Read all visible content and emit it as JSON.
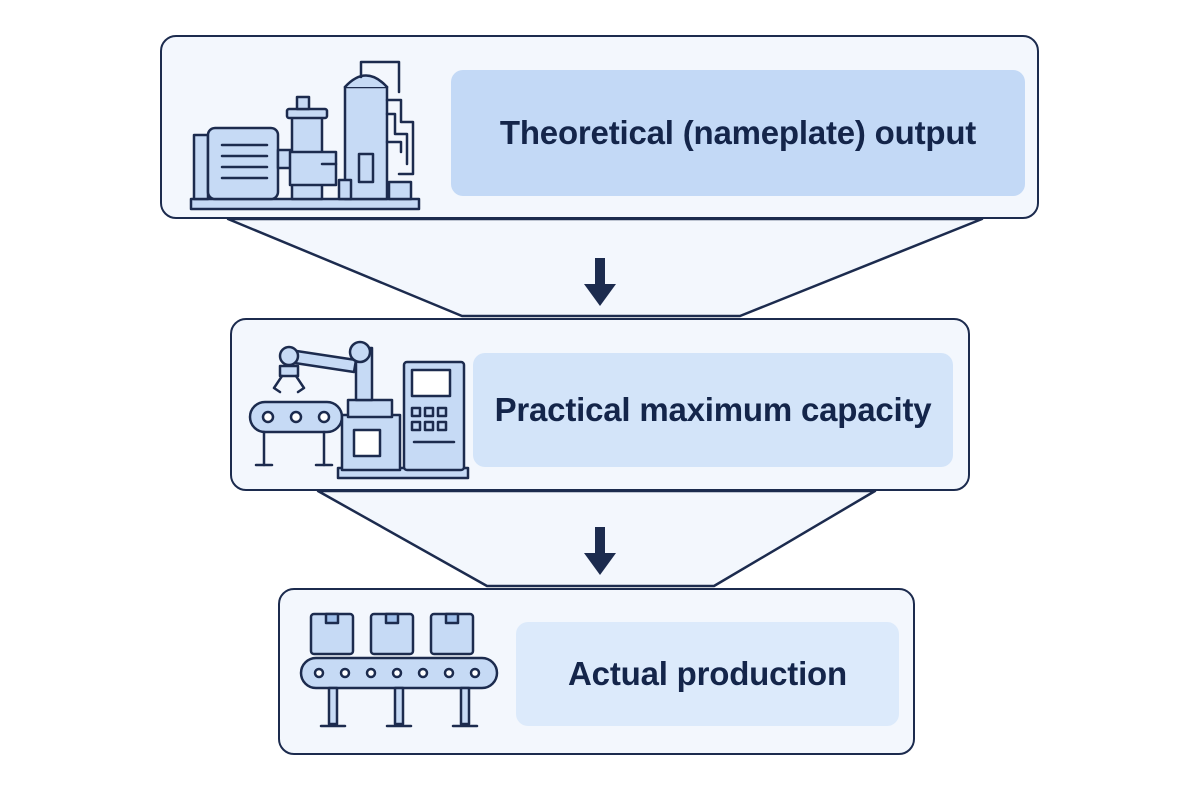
{
  "tiers": [
    {
      "label": "Theoretical (nameplate) output",
      "icon": "industrial-machinery-icon"
    },
    {
      "label": "Practical maximum capacity",
      "icon": "robotic-arm-conveyor-icon"
    },
    {
      "label": "Actual production",
      "icon": "boxes-on-conveyor-icon"
    }
  ],
  "colors": {
    "outline": "#1c2b4e",
    "tier_background": "#f3f7fd",
    "label_panel": [
      "#c3d9f6",
      "#d3e4f9",
      "#dceafb"
    ],
    "icon_fill": "#c6daf5",
    "text": "#14254a"
  }
}
